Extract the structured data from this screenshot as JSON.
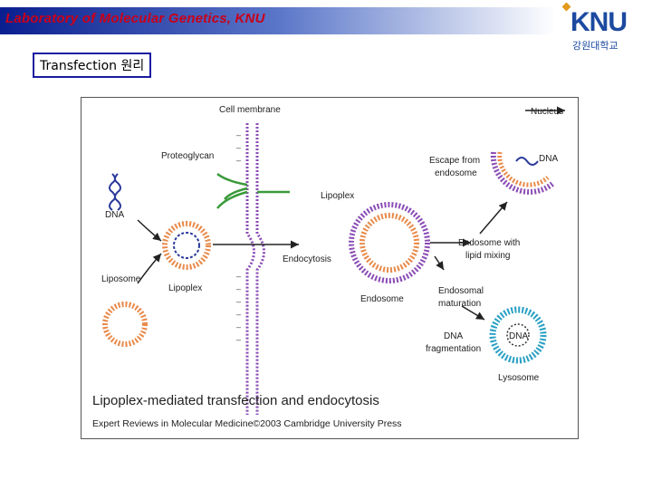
{
  "header": {
    "title": "Laboratory of Molecular Genetics, KNU"
  },
  "logo": {
    "name": "KNU",
    "subtitle": "강원대학교"
  },
  "slide": {
    "subtitle": "Transfection 원리"
  },
  "diagram": {
    "labels": {
      "cell_membrane": "Cell membrane",
      "proteoglycan": "Proteoglycan",
      "dna": "DNA",
      "liposome": "Liposome",
      "lipoplex_left": "Lipoplex",
      "lipoplex_mid": "Lipoplex",
      "endocytosis": "Endocytosis",
      "endosome": "Endosome",
      "nucleus": "Nucleus",
      "escape_line1": "Escape from",
      "escape_line2": "endosome",
      "dna_nucleus": "DNA",
      "endosome_mixing_line1": "Endosome with",
      "endosome_mixing_line2": "lipid mixing",
      "endosomal_line1": "Endosomal",
      "endosomal_line2": "maturation",
      "dna_frag_line1": "DNA",
      "dna_frag_line2": "fragmentation",
      "dna_lysosome": "DNA",
      "lysosome": "Lysosome"
    },
    "caption": "Lipoplex-mediated transfection and endocytosis",
    "credit": "Expert Reviews in Molecular Medicine©2003 Cambridge University Press",
    "colors": {
      "membrane": "#8a4cb5",
      "lipid": "#e88a4a",
      "lysosome": "#2aa0c4",
      "proteoglycan": "#3a9a3a",
      "dna": "#2b3a9a"
    }
  }
}
